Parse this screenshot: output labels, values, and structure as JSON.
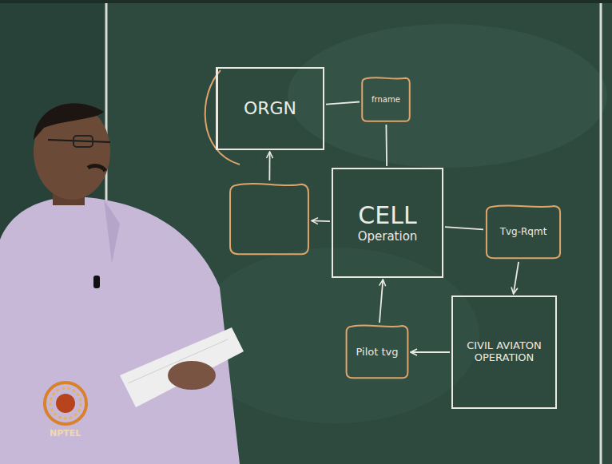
{
  "diagram": {
    "nodes": [
      {
        "text": [
          "ORGN"
        ]
      },
      {
        "text": [
          "frname"
        ]
      },
      {
        "text": []
      },
      {
        "text": [
          "CELL",
          "Operation"
        ]
      },
      {
        "text": [
          "Tvg-Rqmt"
        ]
      },
      {
        "text": [
          "Pilot tvg"
        ]
      },
      {
        "text": [
          "CIVIL AVIATON OPERATION"
        ]
      }
    ],
    "edges": [
      {
        "from": 0,
        "to": 1,
        "arrow": "none"
      },
      {
        "from": 1,
        "to": 3,
        "arrow": "none"
      },
      {
        "from": 3,
        "to": 2,
        "arrow": "to"
      },
      {
        "from": 2,
        "to": 0,
        "arrow": "to"
      },
      {
        "from": 3,
        "to": 4,
        "arrow": "none"
      },
      {
        "from": 4,
        "to": 6,
        "arrow": "to"
      },
      {
        "from": 6,
        "to": 5,
        "arrow": "to"
      },
      {
        "from": 5,
        "to": 3,
        "arrow": "to"
      }
    ],
    "labels": [
      "NPTEL"
    ]
  }
}
